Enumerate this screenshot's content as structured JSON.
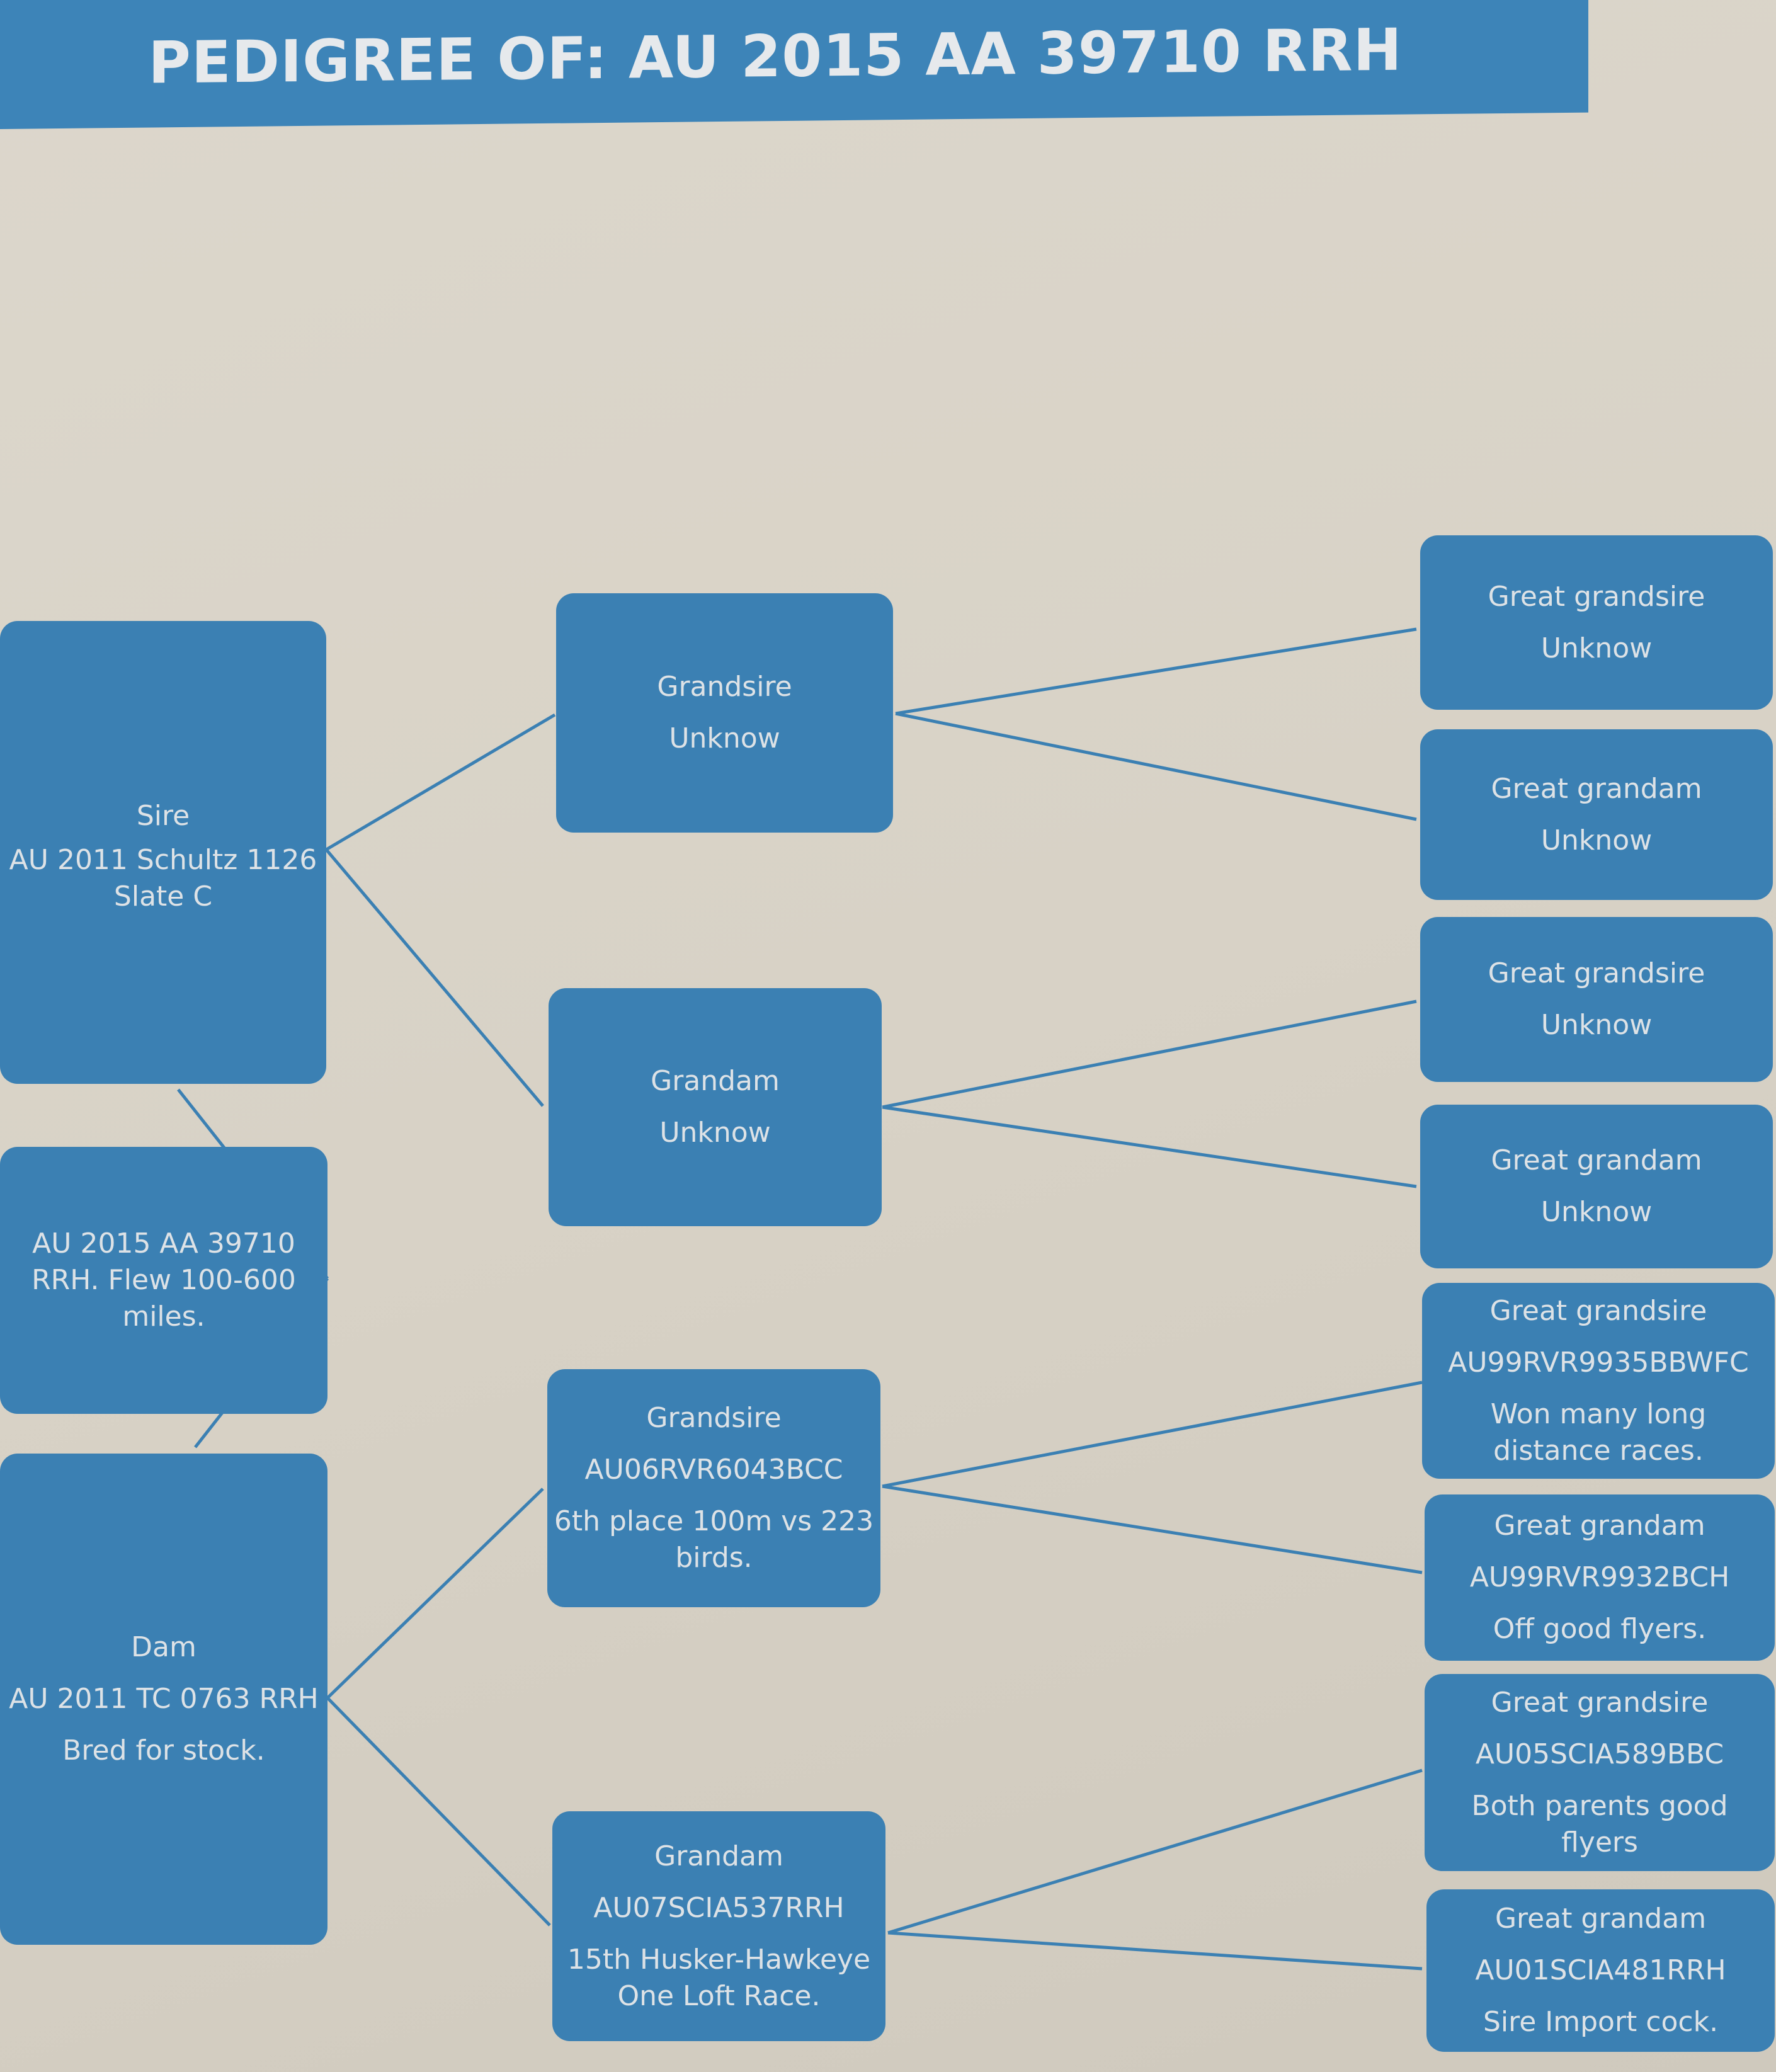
{
  "title": "PEDIGREE OF: AU 2015 AA 39710 RRH",
  "colors": {
    "box": "#3b80b3",
    "text": "#dde2e6",
    "background": "#d9d3c8",
    "line": "#3b80b3"
  },
  "subject": {
    "lines": [
      "AU 2015 AA 39710 RRH. Flew 100-600 miles."
    ]
  },
  "sire": {
    "lines": [
      "Sire",
      "AU 2011 Schultz 1126 Slate C"
    ]
  },
  "dam": {
    "lines": [
      "Dam",
      "AU 2011 TC 0763 RRH",
      "Bred for stock."
    ]
  },
  "grandparents": [
    {
      "lines": [
        "Grandsire",
        "Unknow"
      ]
    },
    {
      "lines": [
        "Grandam",
        "Unknow"
      ]
    },
    {
      "lines": [
        "Grandsire",
        "AU06RVR6043BCC",
        "6th place 100m vs 223 birds."
      ]
    },
    {
      "lines": [
        "Grandam",
        "AU07SCIA537RRH",
        "15th Husker-Hawkeye One Loft Race."
      ]
    }
  ],
  "great_grandparents": [
    {
      "lines": [
        "Great grandsire",
        "Unknow"
      ]
    },
    {
      "lines": [
        "Great grandam",
        "Unknow"
      ]
    },
    {
      "lines": [
        "Great grandsire",
        "Unknow"
      ]
    },
    {
      "lines": [
        "Great grandam",
        "Unknow"
      ]
    },
    {
      "lines": [
        "Great grandsire",
        "AU99RVR9935BBWFC",
        "Won many long distance races."
      ]
    },
    {
      "lines": [
        "Great grandam",
        "AU99RVR9932BCH",
        "Off good flyers."
      ]
    },
    {
      "lines": [
        "Great grandsire",
        "AU05SCIA589BBC",
        "Both parents good flyers"
      ]
    },
    {
      "lines": [
        "Great grandam",
        "AU01SCIA481RRH",
        "Sire Import cock."
      ]
    }
  ]
}
